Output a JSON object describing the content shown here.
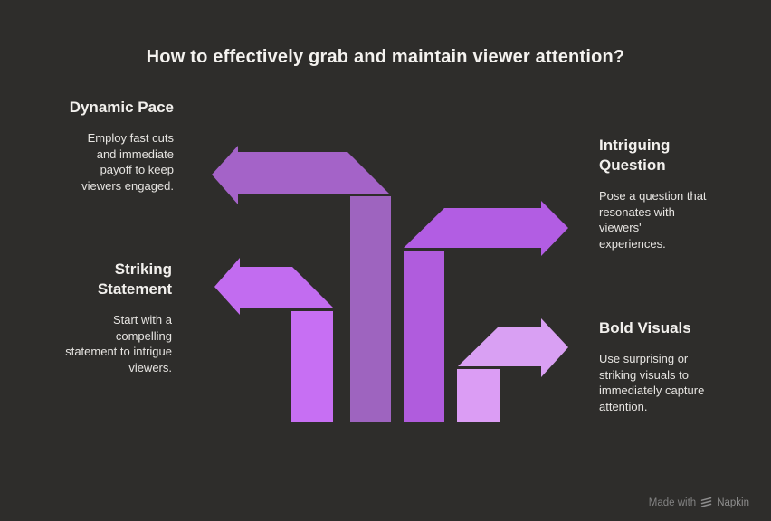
{
  "title": "How to effectively grab and maintain viewer attention?",
  "sections": [
    {
      "id": "dynamic-pace",
      "heading": "Dynamic Pace",
      "body": "Employ fast cuts\nand immediate\npayoff to keep\nviewers engaged.",
      "direction": "left",
      "arrow_color": "#a463c8",
      "bar_color": "#9e64bf"
    },
    {
      "id": "intriguing-question",
      "heading": "Intriguing\nQuestion",
      "body": "Pose a question that\nresonates with\nviewers'\nexperiences.",
      "direction": "right",
      "arrow_color": "#b25de3",
      "bar_color": "#b05cdd"
    },
    {
      "id": "striking-statement",
      "heading": "Striking\nStatement",
      "body": "Start with a\ncompelling\nstatement to intrigue\nviewers.",
      "direction": "left",
      "arrow_color": "#c26cf0",
      "bar_color": "#c76ff3"
    },
    {
      "id": "bold-visuals",
      "heading": "Bold Visuals",
      "body": "Use surprising or\nstriking visuals to\nimmediately capture\nattention.",
      "direction": "right",
      "arrow_color": "#d9a0f3",
      "bar_color": "#db9df4"
    }
  ],
  "watermark": {
    "prefix": "Made with",
    "brand": "Napkin"
  },
  "colors": {
    "background": "#2e2d2b",
    "title_text": "#f4f2ef",
    "heading_text": "#f2f0ed",
    "body_text": "#e6e4e1",
    "watermark_text": "#828282"
  }
}
